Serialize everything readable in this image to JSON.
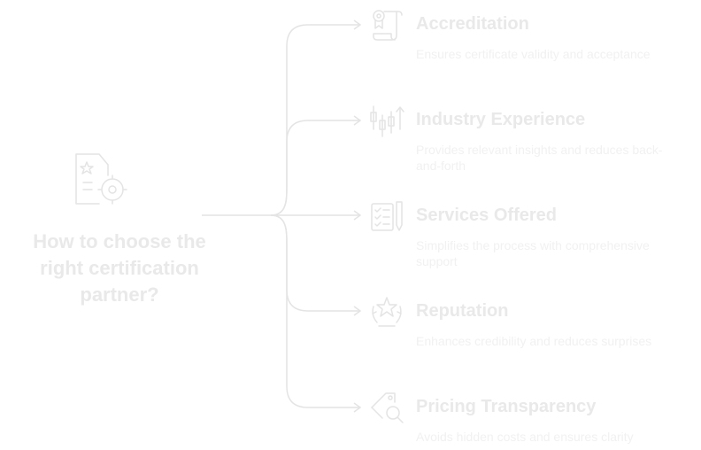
{
  "center": {
    "title": "How to choose the right certification partner?",
    "icon": "certificate-gear-icon"
  },
  "branches": [
    {
      "label": "Accreditation",
      "description": "Ensures certificate validity and acceptance",
      "icon": "scroll-certificate-icon"
    },
    {
      "label": "Industry Experience",
      "description": "Provides relevant insights and reduces back-and-forth",
      "icon": "candlestick-chart-icon"
    },
    {
      "label": "Services Offered",
      "description": "Simplifies the process with comprehensive support",
      "icon": "checklist-pen-icon"
    },
    {
      "label": "Reputation",
      "description": "Enhances credibility and reduces surprises",
      "icon": "star-laurel-icon"
    },
    {
      "label": "Pricing Transparency",
      "description": "Avoids hidden costs and ensures clarity",
      "icon": "price-tag-search-icon"
    }
  ],
  "colors": {
    "stroke": "#e4e4e4",
    "title_text": "#e9e9e9",
    "description_text": "#f1f1f1"
  }
}
